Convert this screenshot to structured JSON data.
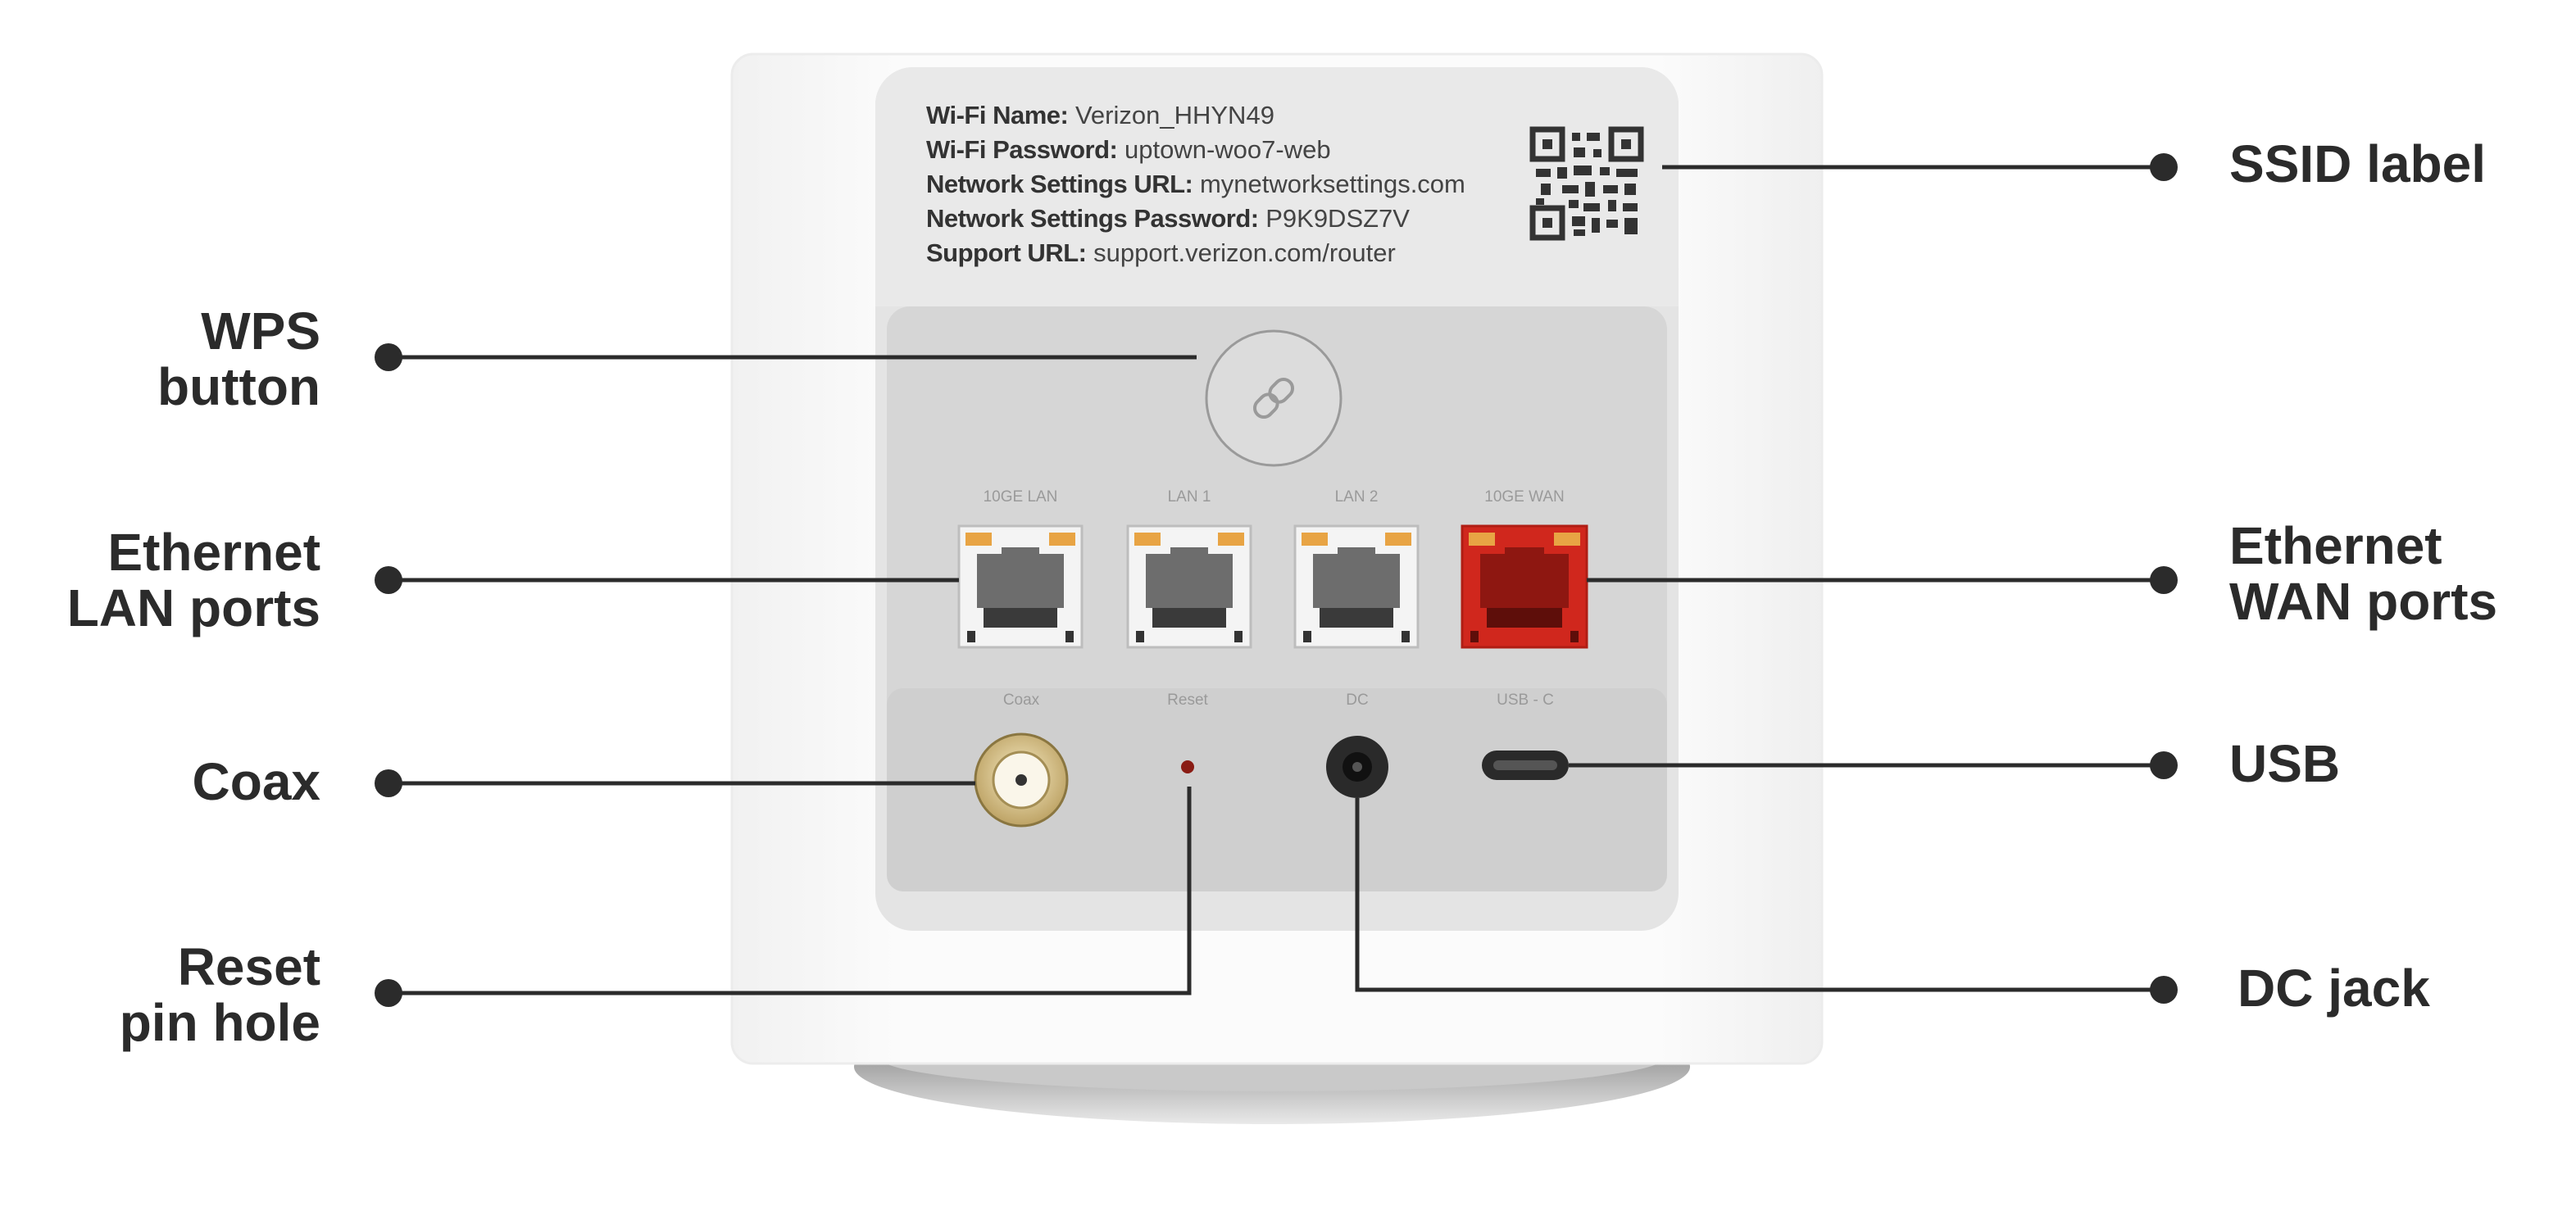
{
  "ssid_label": {
    "rows": [
      {
        "key": "Wi-Fi Name:",
        "value": "Verizon_HHYN49"
      },
      {
        "key": "Wi-Fi Password:",
        "value": "uptown-woo7-web"
      },
      {
        "key": "Network Settings URL:",
        "value": "mynetworksettings.com"
      },
      {
        "key": "Network Settings Password:",
        "value": "P9K9DSZ7V"
      },
      {
        "key": "Support URL:",
        "value": "support.verizon.com/router"
      }
    ]
  },
  "port_tags": {
    "lan_10ge": "10GE LAN",
    "lan1": "LAN 1",
    "lan2": "LAN 2",
    "wan_10ge": "10GE WAN",
    "coax": "Coax",
    "reset": "Reset",
    "dc": "DC",
    "usbc": "USB - C"
  },
  "callouts": {
    "wps_line1": "WPS",
    "wps_line2": "button",
    "lan_line1": "Ethernet",
    "lan_line2": "LAN ports",
    "coax": "Coax",
    "reset_line1": "Reset",
    "reset_line2": "pin hole",
    "ssid": "SSID label",
    "wan_line1": "Ethernet",
    "wan_line2": "WAN ports",
    "usb": "USB",
    "dc": "DC jack"
  },
  "colors": {
    "wan_port": "#d0271d",
    "led_amber": "#e8a444",
    "coax_gold": "#d9c48c",
    "leader": "#2b2b2b"
  }
}
